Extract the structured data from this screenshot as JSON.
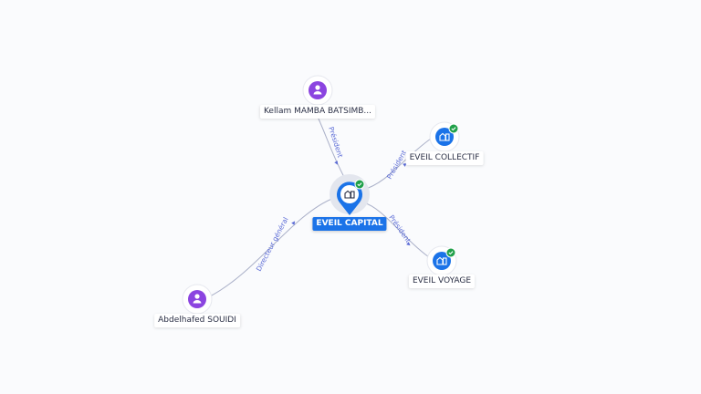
{
  "graph": {
    "center": {
      "label": "EVEIL CAPITAL",
      "icon": "company-icon",
      "verified": true
    },
    "nodes": [
      {
        "id": "kellam",
        "label": "Kellam MAMBA BATSIMB...",
        "kind": "person",
        "icon": "person-icon",
        "verified": false
      },
      {
        "id": "collectif",
        "label": "EVEIL COLLECTIF",
        "kind": "company",
        "icon": "company-icon",
        "verified": true
      },
      {
        "id": "voyage",
        "label": "EVEIL VOYAGE",
        "kind": "company",
        "icon": "company-icon",
        "verified": true
      },
      {
        "id": "souidi",
        "label": "Abdelhafed SOUIDI",
        "kind": "person",
        "icon": "person-icon",
        "verified": false
      }
    ],
    "edges": [
      {
        "from": "kellam",
        "to": "center",
        "label": "Président"
      },
      {
        "from": "center",
        "to": "collectif",
        "label": "Président"
      },
      {
        "from": "center",
        "to": "voyage",
        "label": "Président"
      },
      {
        "from": "souidi",
        "to": "center",
        "label": "Directeur général"
      }
    ]
  },
  "colors": {
    "person": "#8b44e0",
    "company": "#1b73e8",
    "verified": "#20a04a",
    "edge": "#aab0c8",
    "edge_label": "#5b6bd6"
  }
}
